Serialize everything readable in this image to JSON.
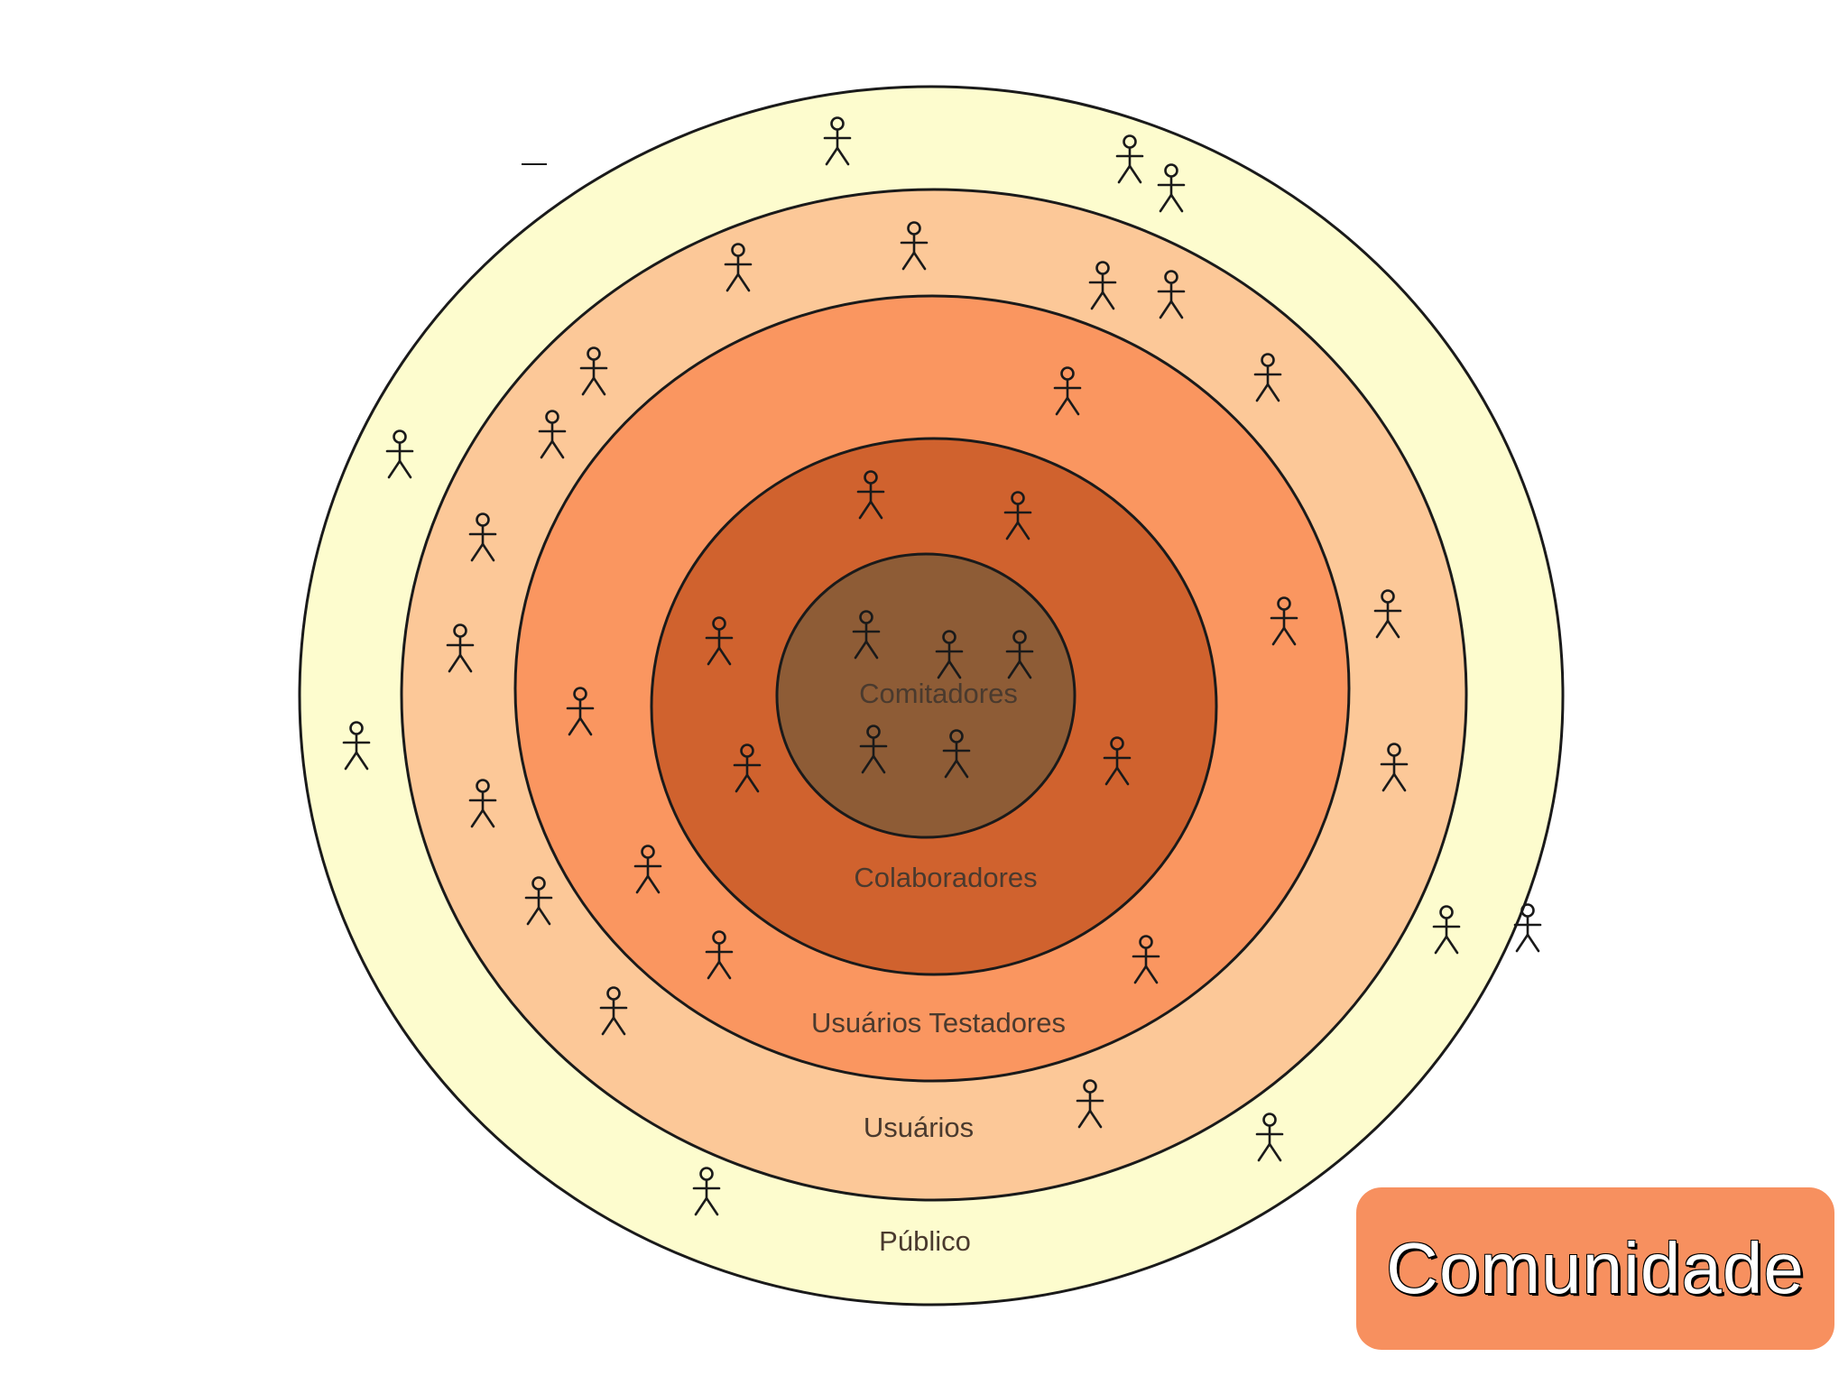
{
  "diagram": {
    "rings": [
      {
        "key": "publico",
        "label": "Público",
        "color": "#fdfcce"
      },
      {
        "key": "usuarios",
        "label": "Usuários",
        "color": "#fcc898"
      },
      {
        "key": "testadores",
        "label": "Usuários Testadores",
        "color": "#fa9660"
      },
      {
        "key": "colaboradores",
        "label": "Colaboradores",
        "color": "#d0622e"
      },
      {
        "key": "comitadores",
        "label": "Comitadores",
        "color": "#8e5c36"
      }
    ],
    "person_icon": "stick-figure-icon",
    "outline_color": "#1a1a1a"
  },
  "badge": {
    "label": "Comunidade",
    "color": "#f7905f"
  }
}
